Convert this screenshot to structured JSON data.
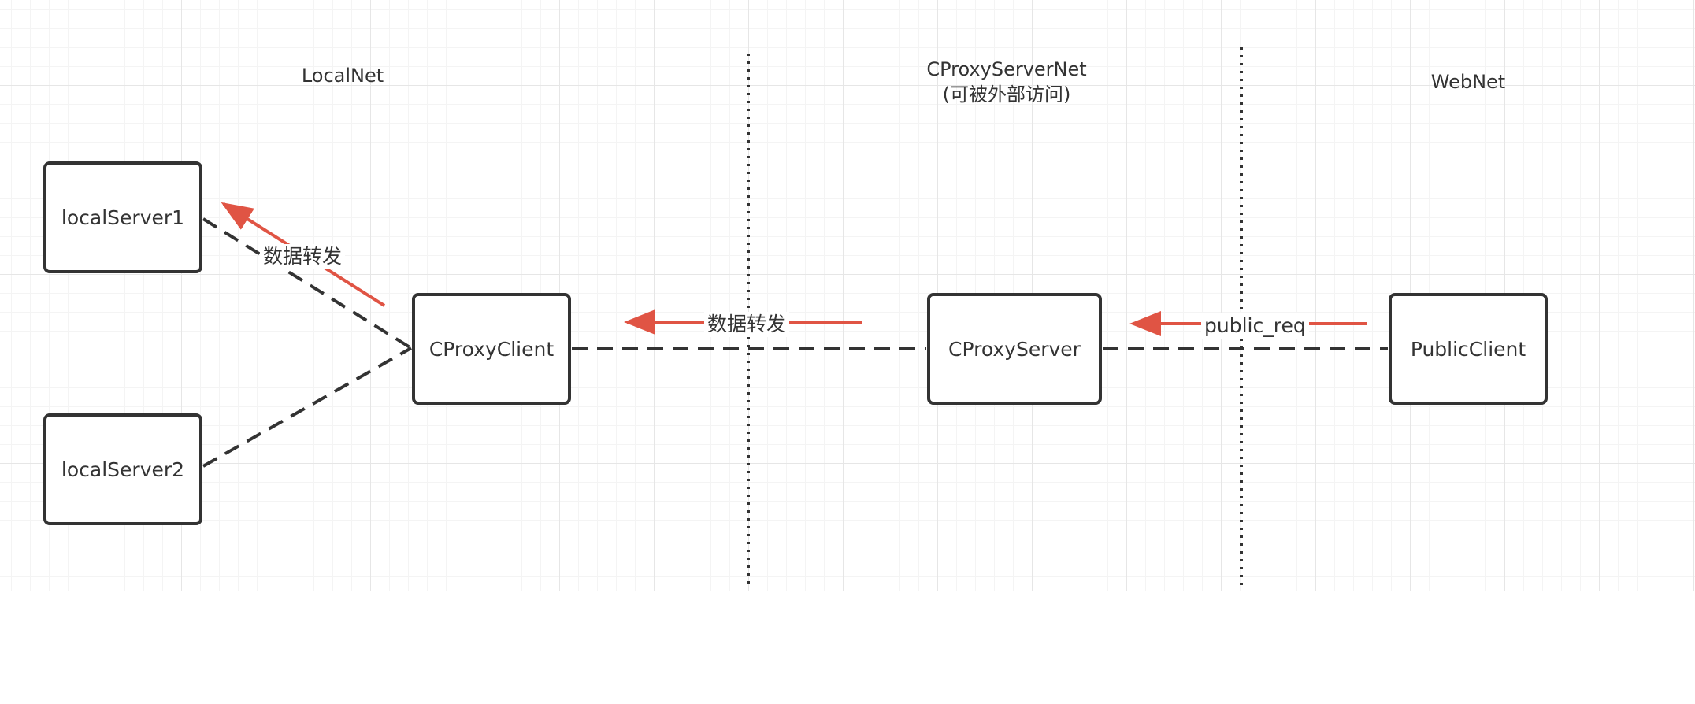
{
  "zones": {
    "local": "LocalNet",
    "server_line1": "CProxyServerNet",
    "server_line2": "(可被外部访问)",
    "web": "WebNet"
  },
  "nodes": {
    "local_server_1": "localServer1",
    "local_server_2": "localServer2",
    "proxy_client": "CProxyClient",
    "proxy_server": "CProxyServer",
    "public_client": "PublicClient"
  },
  "edge_labels": {
    "forward_to_local": "数据转发",
    "forward_to_client": "数据转发",
    "public_request": "public_req"
  },
  "colors": {
    "line": "#333333",
    "arrow": "#e05444",
    "grid": "#e6e6e6"
  }
}
